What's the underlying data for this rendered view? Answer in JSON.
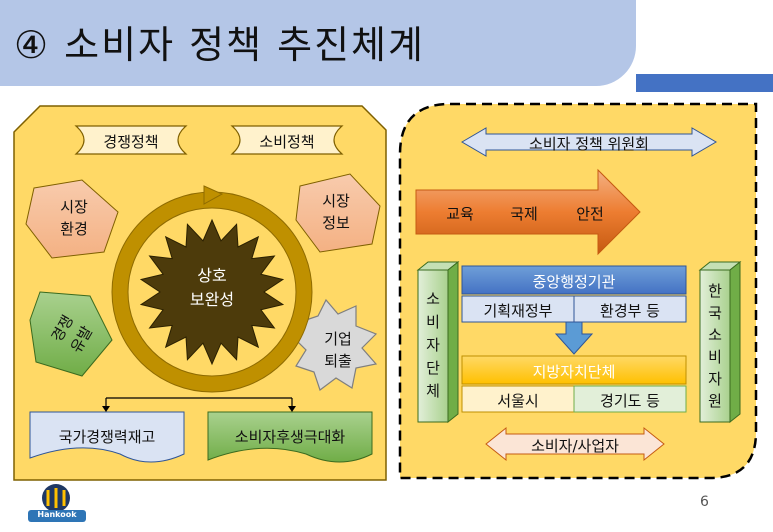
{
  "title": "④ 소비자 정책 추진체계",
  "page_number": "6",
  "logo_text": "Hankook",
  "left_panel": {
    "scroll_left": "경쟁정책",
    "scroll_right": "소비정책",
    "pent_market_env": [
      "시장",
      "환경"
    ],
    "pent_market_info": [
      "시장",
      "정보"
    ],
    "pent_competition": [
      "경쟁",
      "유발"
    ],
    "star_company_exit": [
      "기업",
      "퇴출"
    ],
    "center_star": [
      "상호",
      "보완성"
    ],
    "bottom_left": "국가경쟁력재고",
    "bottom_right": "소비자후생극대화"
  },
  "right_panel": {
    "committee": "소비자 정책 위원회",
    "arrow_items": [
      "교육",
      "국제",
      "안전"
    ],
    "left_column": [
      "소",
      "비",
      "자",
      "단",
      "체"
    ],
    "right_column": [
      "한",
      "국",
      "소",
      "비",
      "자",
      "원"
    ],
    "central_gov": "중앙행정기관",
    "central_sub": [
      "기획재정부",
      "환경부 등"
    ],
    "local_gov": "지방자치단체",
    "local_sub": [
      "서울시",
      "경기도 등"
    ],
    "bottom": "소비자/사업자"
  }
}
